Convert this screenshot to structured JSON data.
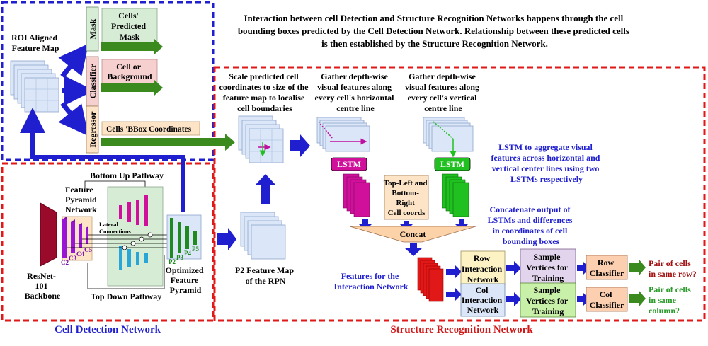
{
  "top_caption": [
    "Interaction between cell Detection and Structure Recognition Networks happens through the cell",
    "bounding boxes predicted by the Cell Detection Network. Relationship between these predicted cells",
    "is then established by the Structure Recognition Network."
  ],
  "roi_label": [
    "ROI Aligned",
    "Feature Map"
  ],
  "heads": {
    "mask": "Mask",
    "classifier": "Classifier",
    "regressor": "Regressor",
    "mask_output": [
      "Cells'",
      "Predicted",
      "Mask"
    ],
    "classifier_output": [
      "Cell or",
      "Background"
    ],
    "regressor_output": "Cells 'BBox Coordinates"
  },
  "cdn": {
    "title": "Cell Detection Network",
    "bottom_up": "Bottom Up Pathway",
    "top_down": "Top Down Pathway",
    "fpn": [
      "Feature",
      "Pyramid",
      "Network"
    ],
    "lateral": [
      "Lateral",
      "Connections"
    ],
    "backbone": [
      "ResNet-",
      "101",
      "Backbone"
    ],
    "c_labels": [
      "C2",
      "C3",
      "C4",
      "C5"
    ],
    "p_labels": [
      "P2",
      "P3",
      "P4",
      "P5"
    ],
    "optimized": [
      "Optimized",
      "Feature",
      "Pyramid"
    ]
  },
  "srn": {
    "title": "Structure Recognition Network",
    "scale_text": [
      "Scale predicted cell",
      "coordinates to size of the",
      "feature map to localise",
      "cell boundaries"
    ],
    "gather_h": [
      "Gather depth-wise",
      "visual features along",
      "every cell's horizontal",
      "centre line"
    ],
    "gather_v": [
      "Gather depth-wise",
      "visual features along",
      "every cell's vertical",
      "centre line"
    ],
    "lstm_label": "LSTM",
    "lstm_desc": [
      "LSTM to aggregate visual",
      "features across horizontal and",
      "vertical center lines using two",
      "LSTMs respectively"
    ],
    "corner_coords": [
      "Top-Left and",
      "Bottom-",
      "Right",
      "Cell coords"
    ],
    "concat": "Concat",
    "concat_desc": [
      "Concatenate output of",
      "LSTMs and differences",
      "in coordinates of cell",
      "bounding boxes"
    ],
    "p2_label": [
      "P2 Feature Map",
      "of the RPN"
    ],
    "features_label": [
      "Features for the",
      "Interaction Network"
    ],
    "row_net": [
      "Row",
      "Interaction",
      "Network"
    ],
    "col_net": [
      "Col",
      "Interaction",
      "Network"
    ],
    "sample": [
      "Sample",
      "Vertices for",
      "Training"
    ],
    "row_classifier": [
      "Row",
      "Classifier"
    ],
    "col_classifier": [
      "Col",
      "Classifier"
    ],
    "row_output": [
      "Pair of cells",
      "in same row?"
    ],
    "col_output": [
      "Pair of cells",
      "in same",
      "column?"
    ]
  },
  "colors": {
    "blue": "#1f1fd0",
    "red": "#e01818",
    "magenta": "#d0109a",
    "green": "#20c020",
    "dark_green": "#3a8a1e",
    "maroon": "#9a0a2a",
    "purple": "#9a14d8",
    "light_blue": "#dbe7f8"
  }
}
